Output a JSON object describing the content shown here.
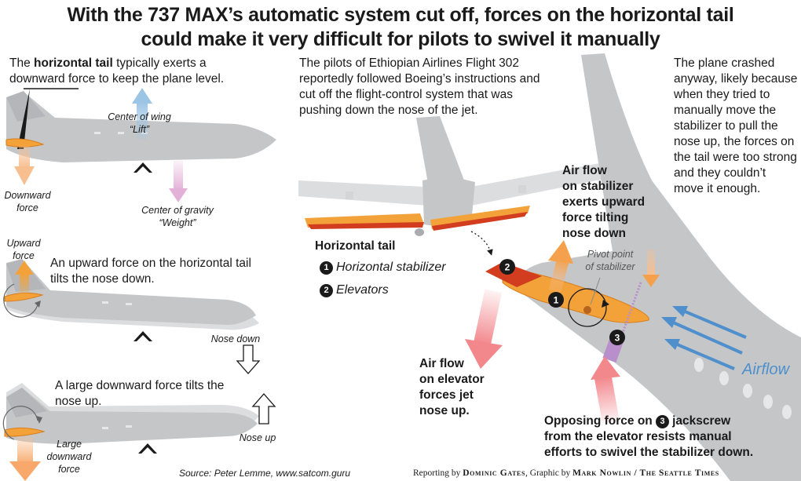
{
  "title_line1": "With the 737 MAX’s automatic system cut off, forces on the horizontal tail",
  "title_line2": "could make it very difficult for pilots to swivel it manually",
  "panel1": {
    "text_prefix": "The ",
    "text_bold": "horizontal tail",
    "text_suffix": " typically exerts a downward force to keep the plane level.",
    "lift_label_1": "Center of wing",
    "lift_label_2": "“Lift”",
    "down_label_1": "Downward",
    "down_label_2": "force",
    "gravity_label_1": "Center of gravity",
    "gravity_label_2": "“Weight”"
  },
  "panel2": {
    "up_label_1": "Upward",
    "up_label_2": "force",
    "text": "An upward force on the horizontal tail tilts the nose down.",
    "nose_label": "Nose down"
  },
  "panel3": {
    "text": "A large downward force tilts the nose up.",
    "large_label_1": "Large",
    "large_label_2": "downward",
    "large_label_3": "force",
    "nose_label": "Nose up"
  },
  "middle": {
    "text": "The pilots of Ethiopian Airlines Flight 302 reportedly followed Boeing’s instructions and cut off the flight-control system that was pushing down the nose of the jet.",
    "tail_heading": "Horizontal tail",
    "item1_num": "1",
    "item1_label": "Horizontal stabilizer",
    "item2_num": "2",
    "item2_label": "Elevators",
    "elevator_air_1": "Air flow",
    "elevator_air_2": "on elevator",
    "elevator_air_3": "forces jet",
    "elevator_air_4": "nose up."
  },
  "right": {
    "text": "The plane crashed anyway, likely because when they tried to manually move the stabilizer to pull the nose up, the forces on the tail were too strong and they couldn’t move it enough.",
    "stab_air_1": "Air flow",
    "stab_air_2": "on stabilizer",
    "stab_air_3": "exerts upward",
    "stab_air_4": "force tilting",
    "stab_air_5": "nose down",
    "pivot_1": "Pivot point",
    "pivot_2": "of stabilizer",
    "badge1": "1",
    "badge2": "2",
    "badge3": "3",
    "airflow": "Airflow",
    "opposing_1_pre": "Opposing force on ",
    "opposing_num": "3",
    "opposing_1_post": "jackscrew",
    "opposing_2": "from the elevator resists manual",
    "opposing_3": "efforts to swivel the stabilizer down."
  },
  "credits": {
    "source": "Source: Peter Lemme, www.satcom.guru",
    "reporting_pre": "Reporting by ",
    "reporter": "Dominic Gates",
    "graphic_pre": ", Graphic by ",
    "graphic": "Mark Nowlin",
    "outlet": " / The Seattle Times"
  },
  "colors": {
    "fuselage": "#c4c6c8",
    "fuselage_light": "#dcdddf",
    "tail_orange": "#f3a23a",
    "elevator_red": "#d13d1e",
    "lift_blue": "#9cc4e4",
    "gravity_pink": "#e3b1d7",
    "arrow_peach": "#f7bf90",
    "force_red": "#f2878c",
    "airflow_blue": "#4f8fcc",
    "jackscrew": "#b88fcb"
  }
}
